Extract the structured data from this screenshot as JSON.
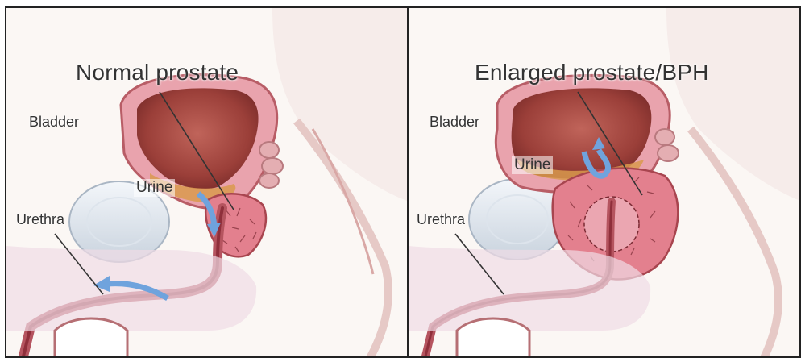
{
  "left_panel": {
    "title": "Normal prostate",
    "labels": {
      "bladder": "Bladder",
      "urine": "Urine",
      "urethra": "Urethra"
    }
  },
  "right_panel": {
    "title": "Enlarged prostate/BPH",
    "labels": {
      "bladder": "Bladder",
      "urine": "Urine",
      "urethra": "Urethra"
    }
  },
  "colors": {
    "tissue": "#e9a3ad",
    "bladder_cavity": "#a1463f",
    "urine": "#d99a4e",
    "prostate": "#e3808e",
    "flow_arrow": "#6fa3dd",
    "background": "#fbf7f4"
  },
  "icons": [
    "flow-arrow-icon"
  ]
}
